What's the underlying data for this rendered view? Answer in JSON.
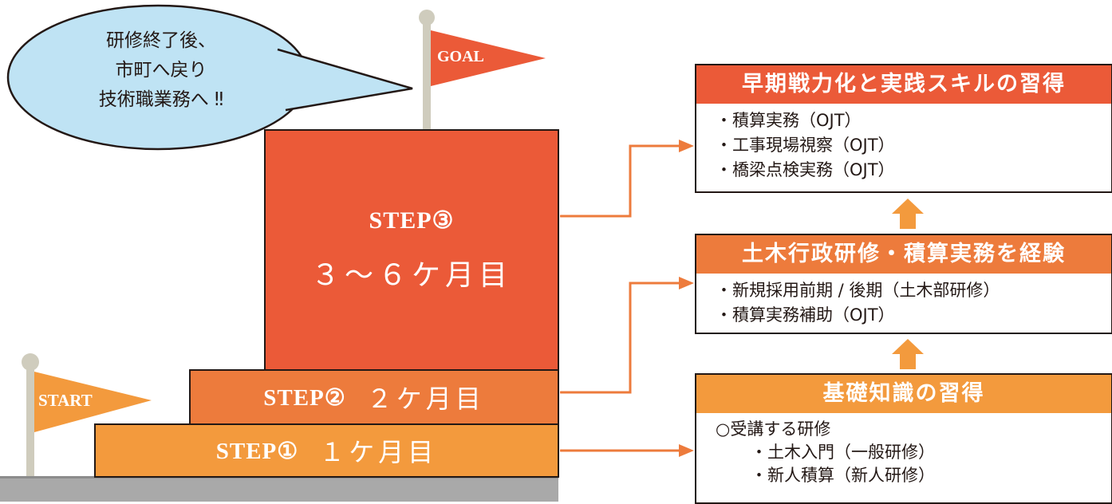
{
  "speech_bubble": {
    "lines": [
      "研修終了後、",
      "市町へ戻り",
      "技術職業務へ ‼"
    ]
  },
  "flags": {
    "start": "START",
    "goal": "GOAL"
  },
  "steps": [
    {
      "label": "STEP①",
      "duration": "１ケ月目"
    },
    {
      "label": "STEP②",
      "duration": "２ケ月目"
    },
    {
      "label": "STEP③",
      "duration": "３〜６ケ月目"
    }
  ],
  "boxes": {
    "top": {
      "title": "早期戦力化と実践スキルの習得",
      "items": [
        "・積算実務（OJT）",
        "・工事現場視察（OJT）",
        "・橋梁点検実務（OJT）"
      ]
    },
    "middle": {
      "title": "土木行政研修・積算実務を経験",
      "items": [
        "・新規採用前期 / 後期（土木部研修）",
        "・積算実務補助（OJT）"
      ]
    },
    "bottom": {
      "title": "基礎知識の習得",
      "heading": "○受講する研修",
      "items": [
        "・土木入門（一般研修）",
        "・新人積算（新人研修）"
      ]
    }
  },
  "colors": {
    "step1": "#f39a3d",
    "step2": "#ed7b3c",
    "step3": "#eb5a38",
    "bubble": "#bfe3f4",
    "pole": "#cfccbd",
    "ground": "#a9a9a9"
  }
}
